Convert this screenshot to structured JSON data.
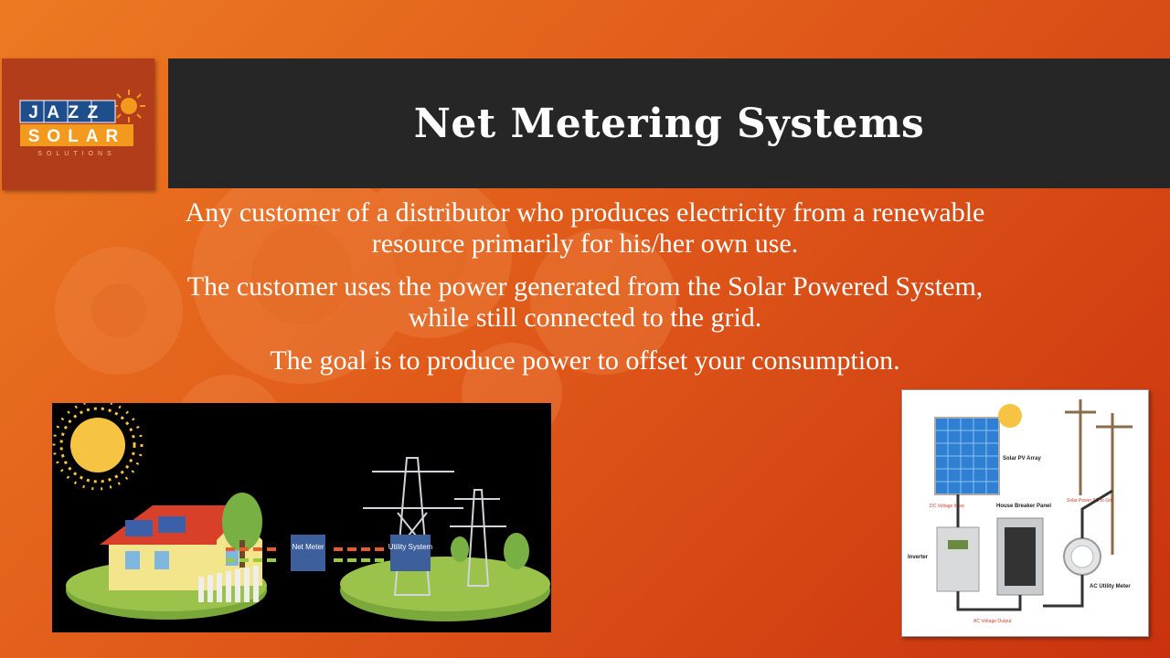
{
  "slide": {
    "title": "Net Metering Systems",
    "paragraphs": [
      "Any customer of a distributor who produces electricity from a renewable resource primarily for his/her own use.",
      "The customer uses the power generated from the Solar Powered System, while still connected to the grid.",
      "The goal is to produce power to offset your consumption."
    ]
  },
  "logo": {
    "line1": "JAZZ",
    "line2": "SOLAR",
    "line3": "SOLUTIONS"
  },
  "left_diagram": {
    "meter_label": "Net Meter",
    "utility_label": "Utility System"
  },
  "right_diagram": {
    "solar_array": "Solar PV Array",
    "dc_input": "DC Voltage Input",
    "breaker_panel": "House Breaker Panel",
    "solar_power": "Solar Power AC to Grid",
    "inverter": "Inverter",
    "utility_meter": "AC Utility Meter",
    "ac_output": "AC Voltage Output"
  },
  "colors": {
    "title_bar": "#262626",
    "logo_box": "#b13d1a",
    "logo_blue": "#1f4e8c",
    "logo_orange": "#f39a1e"
  }
}
